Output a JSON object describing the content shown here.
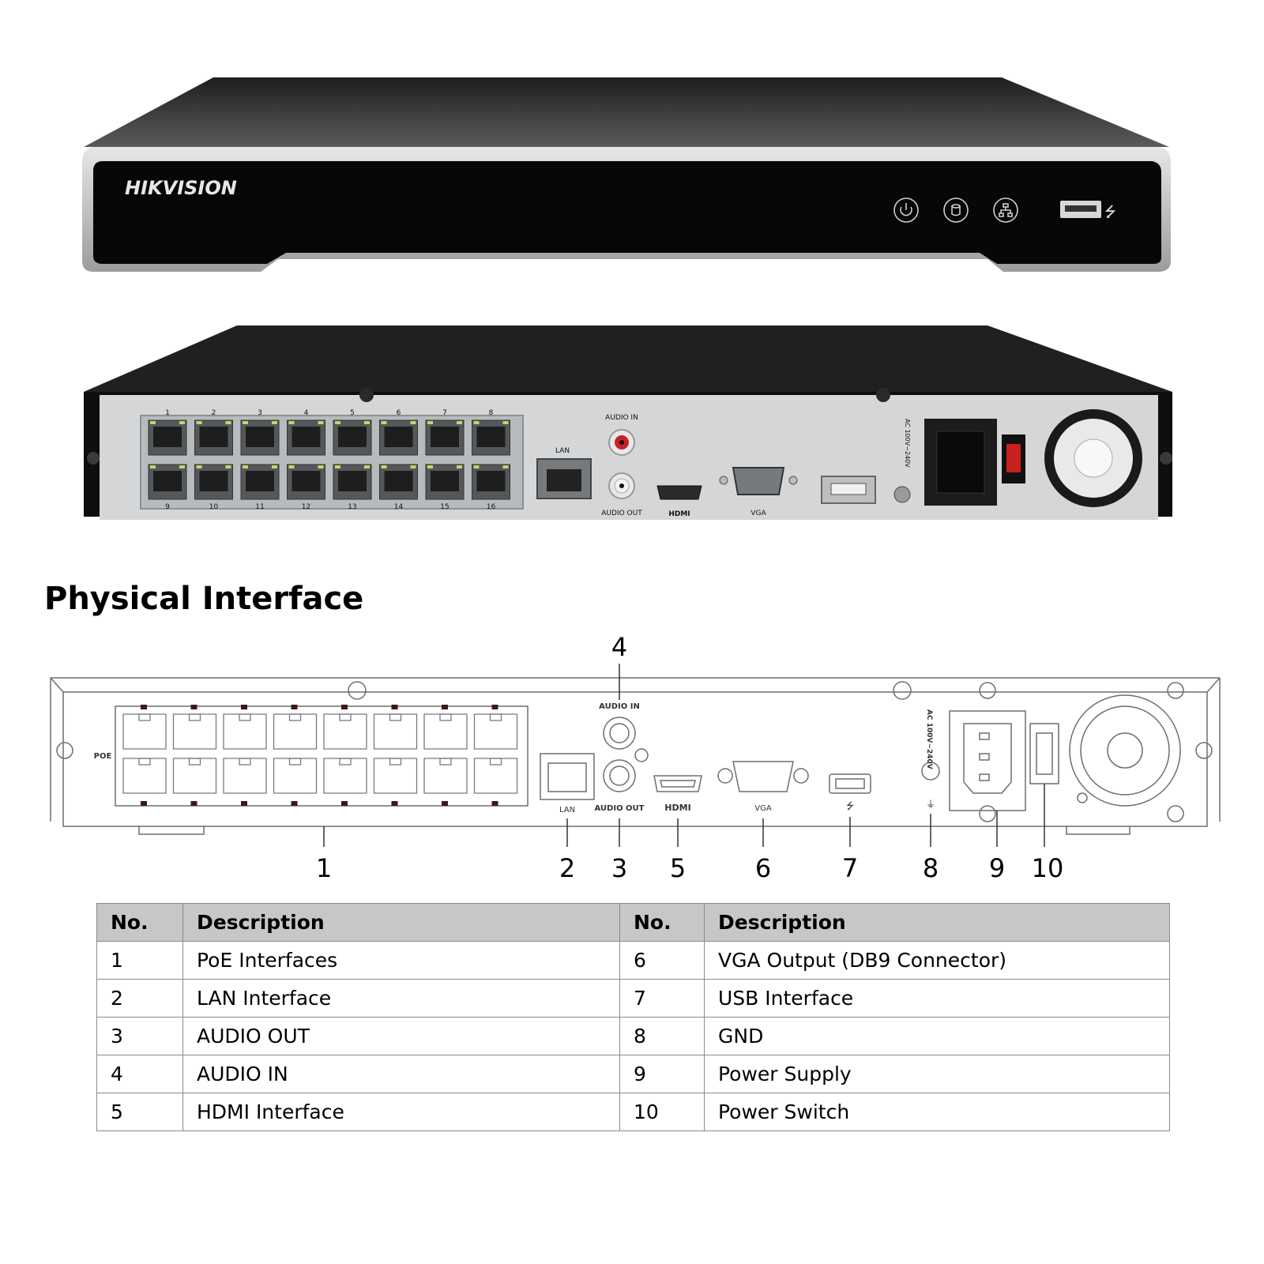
{
  "front_panel": {
    "brand": "HIKVISION"
  },
  "rear_panel_photo": {
    "poe_top_numbers": [
      "1",
      "2",
      "3",
      "4",
      "5",
      "6",
      "7",
      "8"
    ],
    "poe_bottom_numbers": [
      "9",
      "10",
      "11",
      "12",
      "13",
      "14",
      "15",
      "16"
    ],
    "lan_label": "LAN",
    "audio_in_label": "AUDIO IN",
    "audio_out_label": "AUDIO OUT",
    "hdmi_label": "HDMI",
    "vga_label": "VGA",
    "power_rating": "AC 100V~240V"
  },
  "section_title": "Physical Interface",
  "diagram": {
    "poe_label": "POE",
    "lan_label": "LAN",
    "audio_in_label": "AUDIO IN",
    "audio_out_label": "AUDIO OUT",
    "hdmi_label": "HDMI",
    "vga_label": "VGA",
    "power_rating": "AC 100V~240V",
    "callouts": [
      "1",
      "2",
      "3",
      "4",
      "5",
      "6",
      "7",
      "8",
      "9",
      "10"
    ]
  },
  "table": {
    "headers": [
      "No.",
      "Description",
      "No.",
      "Description"
    ],
    "rows": [
      [
        "1",
        "PoE Interfaces",
        "6",
        "VGA Output (DB9 Connector)"
      ],
      [
        "2",
        "LAN Interface",
        "7",
        "USB Interface"
      ],
      [
        "3",
        "AUDIO OUT",
        "8",
        "GND"
      ],
      [
        "4",
        "AUDIO IN",
        "9",
        "Power Supply"
      ],
      [
        "5",
        "HDMI Interface",
        "10",
        "Power Switch"
      ]
    ]
  },
  "colors": {
    "body_black": "#0b0b0b",
    "silver": "#c9cbcd",
    "rear_plate": "#d4d6d8",
    "table_header": "#c7c7c7",
    "led_green": "#c5d46a"
  }
}
